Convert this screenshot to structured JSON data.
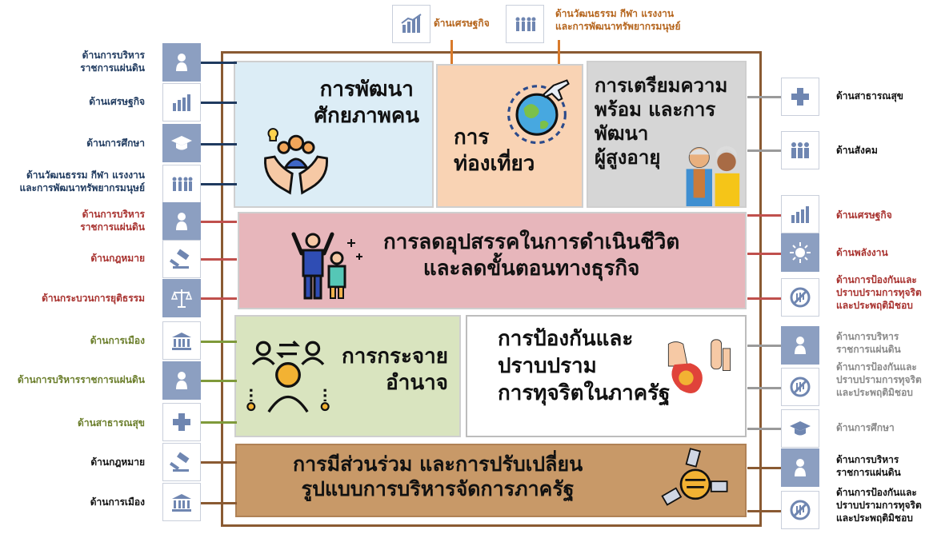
{
  "panels": {
    "human": "การพัฒนา\nศักยภาพคน",
    "tourism": "การ\nท่องเที่ยว",
    "elderly": "การเตรียมความ\nพร้อม และการ\nพัฒนา\nผู้สูงอายุ",
    "obstacles": "การลดอุปสรรคในการดำเนินชีวิต\nและลดขั้นตอนทางธุรกิจ",
    "decentral": "การกระจาย\nอำนาจ",
    "anticorrupt": "การป้องกันและ\nปราบปราม\nการทุจริตในภาครัฐ",
    "participation": "การมีส่วนร่วม และการปรับเปลี่ยน\nรูปแบบการบริหารจัดการภาครัฐ"
  },
  "top_labels": {
    "economy": "ด้านเศรษฐกิจ",
    "culture": "ด้านวัฒนธรรม กีฬา แรงงาน\nและการพัฒนาทรัพยากรมนุษย์"
  },
  "left_labels": [
    "ด้านการบริหาร\nราชการแผ่นดิน",
    "ด้านเศรษฐกิจ",
    "ด้านการศึกษา",
    "ด้านวัฒนธรรม กีฬา แรงงาน\nและการพัฒนาทรัพยากรมนุษย์",
    "ด้านการบริหาร\nราชการแผ่นดิน",
    "ด้านกฎหมาย",
    "ด้านกระบวนการยุติธรรม",
    "ด้านการเมือง",
    "ด้านการบริหารราชการแผ่นดิน",
    "ด้านสาธารณสุข",
    "ด้านกฎหมาย",
    "ด้านการเมือง"
  ],
  "right_labels": [
    "ด้านสาธารณสุข",
    "ด้านสังคม",
    "ด้านเศรษฐกิจ",
    "ด้านพลังงาน",
    "ด้านการป้องกันและ\nปราบปรามการทุจริต\nและประพฤติมิชอบ",
    "ด้านการบริหาร\nราชการแผ่นดิน",
    "ด้านการป้องกันและ\nปราบปรามการทุจริต\nและประพฤติมิชอบ",
    "ด้านการศึกษา",
    "ด้านการบริหาร\nราชการแผ่นดิน",
    "ด้านการป้องกันและ\nปราบปรามการทุจริต\nและประพฤติมิชอบ"
  ],
  "colors": {
    "human_bg": "#dcedf6",
    "tourism_bg": "#f9d3b4",
    "elderly_bg": "#d6d6d6",
    "obstacles_bg": "#e7b6bb",
    "decentral_bg": "#d9e4bf",
    "anticorrupt_bg": "#ffffff",
    "participation_bg": "#c89968",
    "frame": "#8a5a32",
    "icon_dark": "#8c9fc1"
  }
}
